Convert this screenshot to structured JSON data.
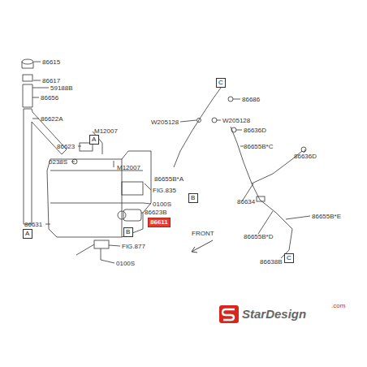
{
  "diagram": {
    "nodes": [
      {
        "text": [
          "C"
        ]
      },
      {
        "text": [
          "A"
        ]
      },
      {
        "text": [
          "B"
        ]
      },
      {
        "text": [
          "86611"
        ]
      },
      {
        "text": [
          "B"
        ]
      },
      {
        "text": [
          "A"
        ]
      },
      {
        "text": [
          "C"
        ]
      }
    ],
    "labels": [
      "86615",
      "86617",
      "59188B",
      "86656",
      "86622A",
      "86623",
      "M12007",
      "0238S",
      "86631",
      "M12007",
      "86655B*A",
      "FIG.835",
      "0100S",
      "86623B",
      "FIG.877",
      "0100S",
      "FRONT",
      "W205128",
      "W205128",
      "86686",
      "86636D",
      "86655B*C",
      "86636D",
      "86634",
      "86655B*E",
      "86655B*D",
      "86638B",
      "StarDesign",
      ".com"
    ]
  }
}
